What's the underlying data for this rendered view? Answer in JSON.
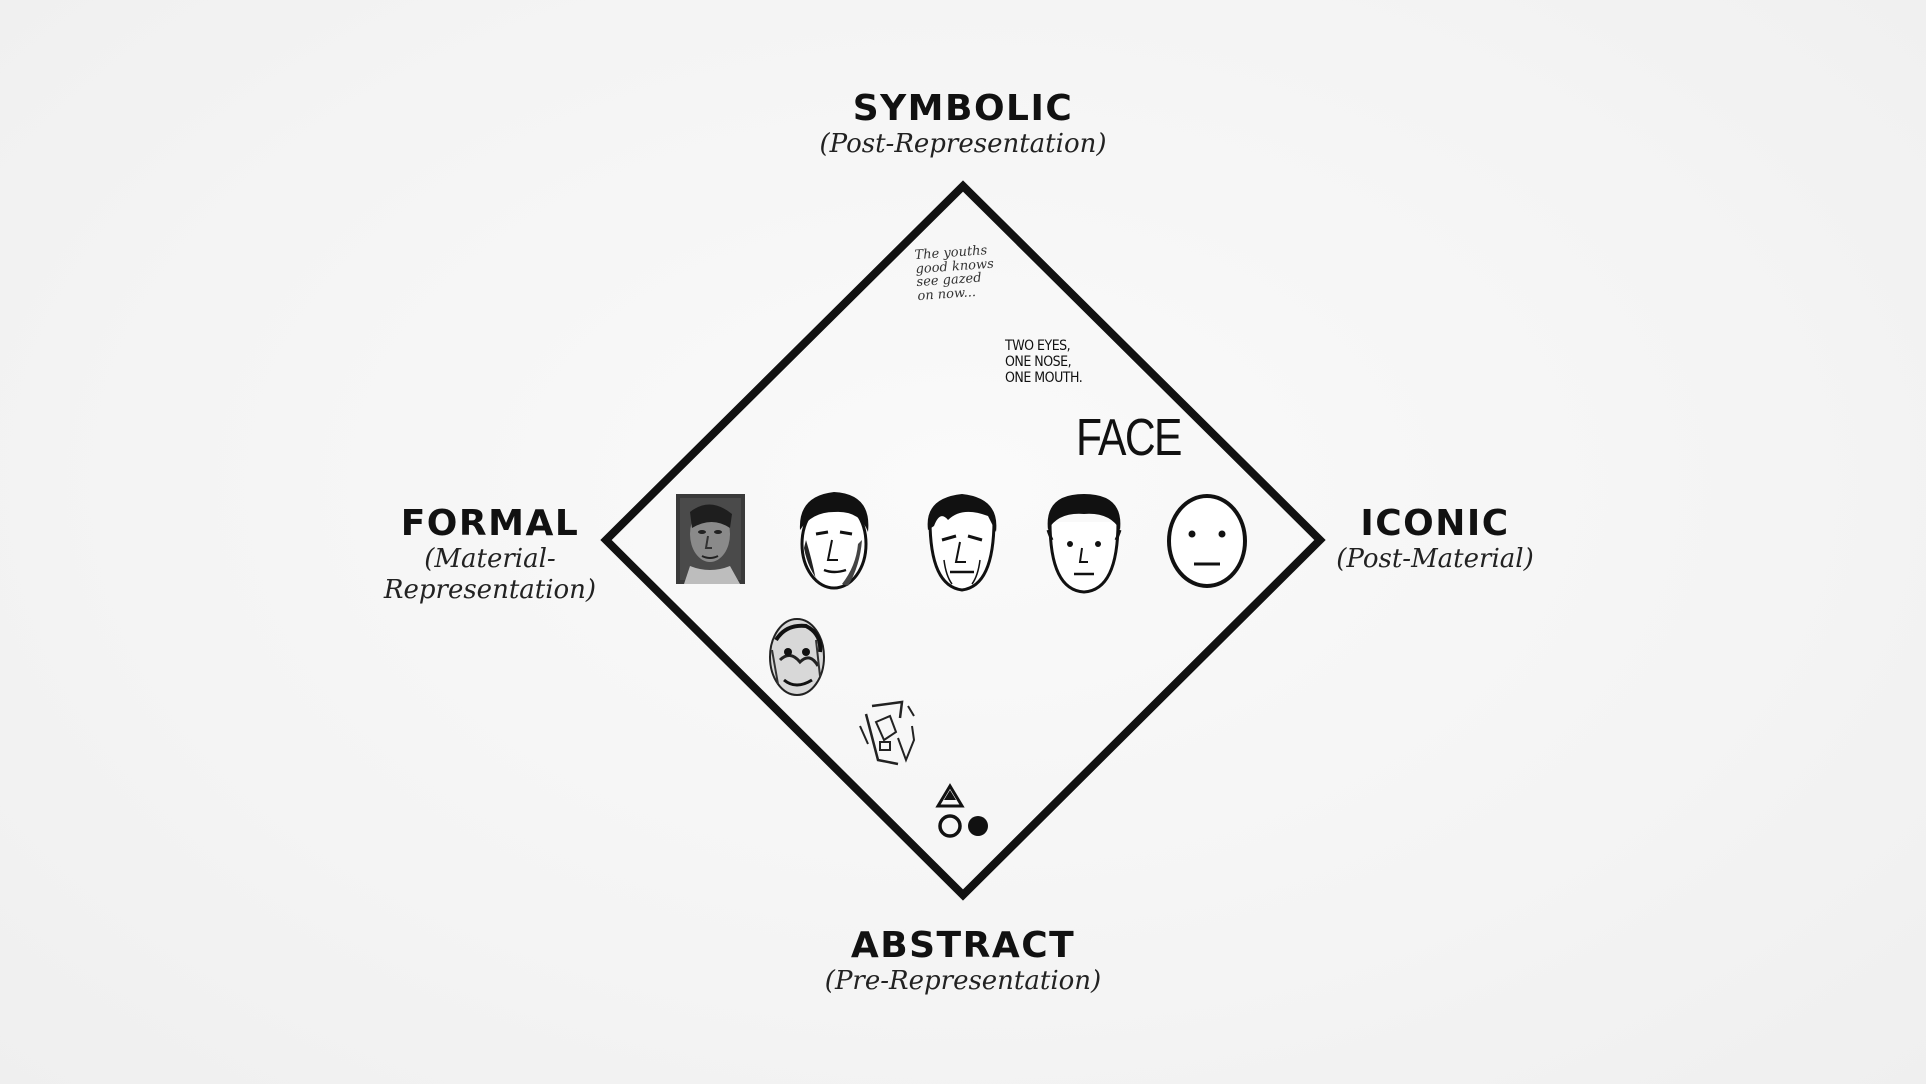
{
  "corners": {
    "top": {
      "title": "SYMBOLIC",
      "subtitle": "(Post-Representation)"
    },
    "bottom": {
      "title": "ABSTRACT",
      "subtitle": "(Pre-Representation)"
    },
    "left": {
      "title": "FORMAL",
      "subtitle": "(Material-\nRepresentation)"
    },
    "right": {
      "title": "ICONIC",
      "subtitle": "(Post-Material)"
    }
  },
  "symbolic_items": {
    "handwriting": "The youths\ngood knows\nsee gazed\non now...",
    "description": "TWO EYES,\nONE NOSE,\nONE MOUTH.",
    "word": "FACE"
  },
  "icons": [
    "photo-face-icon",
    "realistic-drawn-face-icon",
    "comic-drawn-face-icon",
    "simple-cartoon-face-icon",
    "minimal-smiley-face-icon",
    "scribbled-face-icon",
    "cubist-face-icon",
    "geometric-shapes-icon"
  ],
  "colors": {
    "ink": "#111111",
    "background": "#f6f6f6"
  }
}
